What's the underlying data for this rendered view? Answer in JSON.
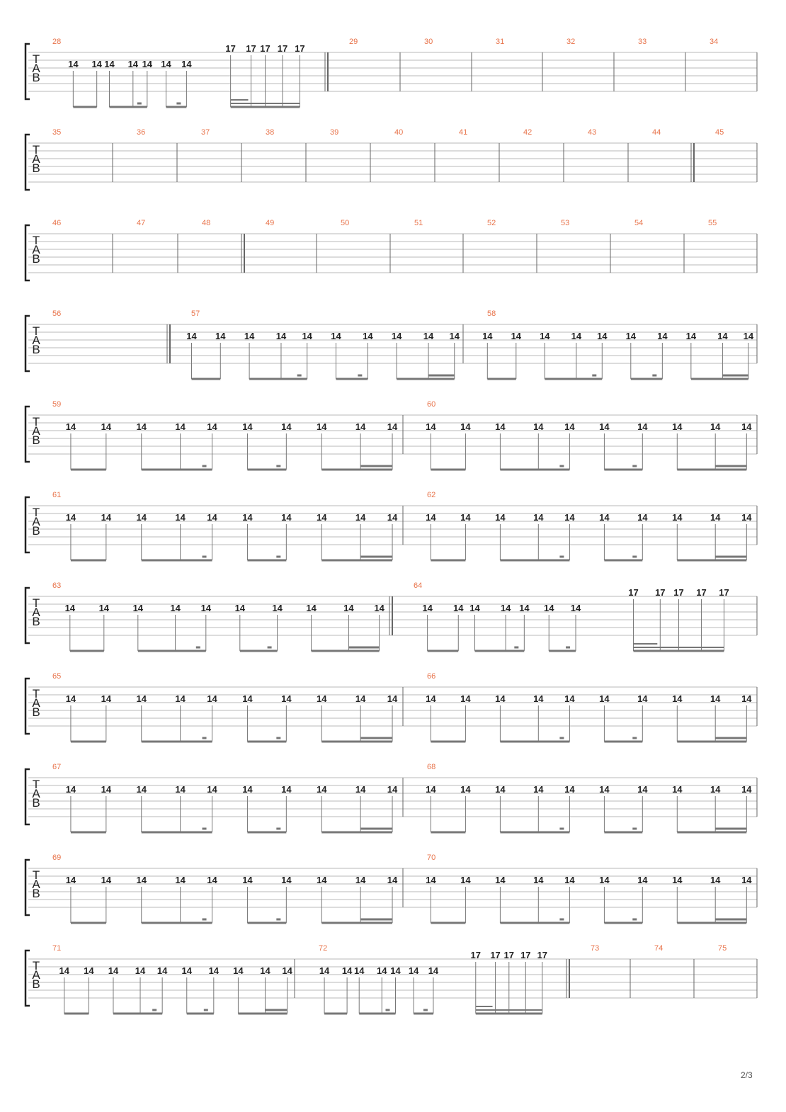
{
  "page_number": "2/3",
  "tab_clef": [
    "T",
    "A",
    "B"
  ],
  "colors": {
    "measure_number": "#e8734a",
    "staff_line": "#b8b8b8",
    "barline": "#666666",
    "fret_text": "#222222",
    "beam": "#777777"
  },
  "systems": [
    {
      "measures": [
        {
          "number": "28",
          "pattern": "A"
        },
        {
          "number": "29",
          "pattern": "rest"
        },
        {
          "number": "30",
          "pattern": "rest"
        },
        {
          "number": "31",
          "pattern": "rest"
        },
        {
          "number": "32",
          "pattern": "rest"
        },
        {
          "number": "33",
          "pattern": "rest"
        },
        {
          "number": "34",
          "pattern": "rest"
        }
      ]
    },
    {
      "measures": [
        {
          "number": "35",
          "pattern": "rest"
        },
        {
          "number": "36",
          "pattern": "rest"
        },
        {
          "number": "37",
          "pattern": "rest"
        },
        {
          "number": "38",
          "pattern": "rest"
        },
        {
          "number": "39",
          "pattern": "rest"
        },
        {
          "number": "40",
          "pattern": "rest"
        },
        {
          "number": "41",
          "pattern": "rest"
        },
        {
          "number": "42",
          "pattern": "rest"
        },
        {
          "number": "43",
          "pattern": "rest"
        },
        {
          "number": "44",
          "pattern": "rest"
        },
        {
          "number": "45",
          "pattern": "rest"
        }
      ]
    },
    {
      "measures": [
        {
          "number": "46",
          "pattern": "rest"
        },
        {
          "number": "47",
          "pattern": "rest"
        },
        {
          "number": "48",
          "pattern": "rest"
        },
        {
          "number": "49",
          "pattern": "rest"
        },
        {
          "number": "50",
          "pattern": "rest"
        },
        {
          "number": "51",
          "pattern": "rest"
        },
        {
          "number": "52",
          "pattern": "rest"
        },
        {
          "number": "53",
          "pattern": "rest"
        },
        {
          "number": "54",
          "pattern": "rest"
        },
        {
          "number": "55",
          "pattern": "rest"
        }
      ]
    },
    {
      "measures": [
        {
          "number": "56",
          "pattern": "rest"
        },
        {
          "number": "57",
          "pattern": "B"
        },
        {
          "number": "58",
          "pattern": "B"
        }
      ]
    },
    {
      "measures": [
        {
          "number": "59",
          "pattern": "B"
        },
        {
          "number": "60",
          "pattern": "B"
        }
      ]
    },
    {
      "measures": [
        {
          "number": "61",
          "pattern": "B"
        },
        {
          "number": "62",
          "pattern": "B"
        }
      ]
    },
    {
      "measures": [
        {
          "number": "63",
          "pattern": "B"
        },
        {
          "number": "64",
          "pattern": "A"
        }
      ]
    },
    {
      "measures": [
        {
          "number": "65",
          "pattern": "B"
        },
        {
          "number": "66",
          "pattern": "B"
        }
      ]
    },
    {
      "measures": [
        {
          "number": "67",
          "pattern": "B"
        },
        {
          "number": "68",
          "pattern": "B"
        }
      ]
    },
    {
      "measures": [
        {
          "number": "69",
          "pattern": "B"
        },
        {
          "number": "70",
          "pattern": "B"
        }
      ]
    },
    {
      "measures": [
        {
          "number": "71",
          "pattern": "B"
        },
        {
          "number": "72",
          "pattern": "A"
        },
        {
          "number": "73",
          "pattern": "rest"
        },
        {
          "number": "74",
          "pattern": "rest"
        },
        {
          "number": "75",
          "pattern": "rest"
        }
      ]
    }
  ],
  "patterns": {
    "A": {
      "groups": [
        {
          "frets": [
            "14",
            "14"
          ],
          "string": 2,
          "beams": 1
        },
        {
          "frets": [
            "14",
            "14",
            "14"
          ],
          "string": 2,
          "beams": 1,
          "dotted": true
        },
        {
          "frets": [
            "14",
            "14"
          ],
          "string": 2,
          "beams": 1,
          "dotted": true
        },
        {
          "frets": [
            "17",
            "17",
            "17",
            "17",
            "17"
          ],
          "string": 1,
          "beams": 2,
          "triplet_beam": true
        }
      ]
    },
    "B": {
      "groups": [
        {
          "frets": [
            "14",
            "14"
          ],
          "string": 2,
          "beams": 1
        },
        {
          "frets": [
            "14",
            "14",
            "14"
          ],
          "string": 2,
          "beams": 1,
          "dotted": true
        },
        {
          "frets": [
            "14",
            "14"
          ],
          "string": 2,
          "beams": 1,
          "dotted": true
        },
        {
          "frets": [
            "14",
            "14",
            "14"
          ],
          "string": 2,
          "beams": 2
        }
      ]
    }
  }
}
